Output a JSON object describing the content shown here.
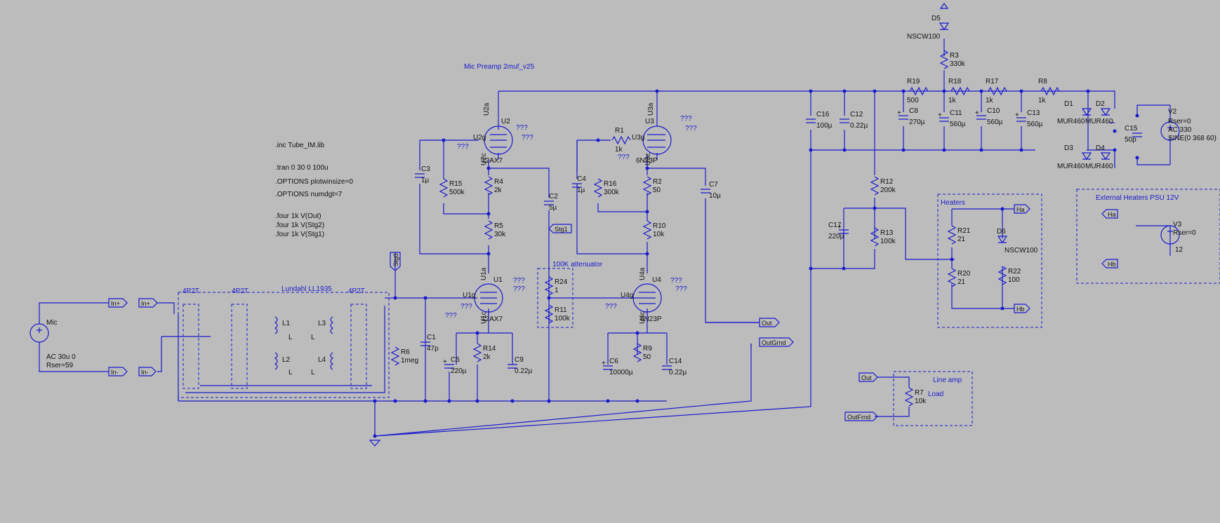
{
  "title": "Mic Preamp 2muf_v25",
  "directives": [
    ".inc Tube_IM.lib",
    ".tran 0 30 0 100u",
    ".OPTIONS plotwinsize=0",
    ".OPTIONS numdgt=7",
    ".four 1k V(Out)",
    ".four 1k V(Stg2)",
    ".four 1k V(Stg1)"
  ],
  "groups": {
    "attenuator": "100K attenuator",
    "heaters": "Heaters",
    "ext_heaters": "External Heaters PSU 12V",
    "line_amp": "Line amp",
    "load": "Load",
    "transformer": "Lundahl LL1935",
    "switch1": "4P2T",
    "switch2": "4P2T",
    "switch3": "4P2T"
  },
  "source_mic": {
    "name": "Mic",
    "value": "AC 30u 0",
    "rser": "Rser=59"
  },
  "v2": {
    "name": "V2",
    "rser": "Rser=0",
    "ac": "AC 330",
    "sine": "SINE(0 368 60)"
  },
  "v3": {
    "name": "V3",
    "rser": "Rser=0",
    "value": "12"
  },
  "unknown": "???",
  "flags": {
    "in_plus": "In+",
    "in_minus": "In-",
    "stg0": "Stg0",
    "stg1": "Stg1",
    "out": "Out",
    "outgrnd": "OutGrnd",
    "ha": "Ha",
    "hb": "Hb",
    "outfrnd": "OutFrnd"
  },
  "tubes": [
    {
      "name": "U2",
      "model": "12AX7",
      "g": "U2g",
      "a": "U2a",
      "c": "U2c"
    },
    {
      "name": "U3",
      "model": "6N23P",
      "g": "U3g",
      "a": "U3a",
      "c": "U3c"
    },
    {
      "name": "U1",
      "model": "12AX7",
      "g": "U1g",
      "a": "U1a",
      "c": "U1c"
    },
    {
      "name": "U4",
      "model": "6N23P",
      "g": "U4g",
      "a": "U4a",
      "c": "U4c"
    }
  ],
  "resistors": [
    {
      "name": "R19",
      "value": "500"
    },
    {
      "name": "R18",
      "value": "1k"
    },
    {
      "name": "R17",
      "value": "1k"
    },
    {
      "name": "R8",
      "value": "1k"
    },
    {
      "name": "R3",
      "value": "330k"
    },
    {
      "name": "R1",
      "value": "1k"
    },
    {
      "name": "R15",
      "value": "500k"
    },
    {
      "name": "R4",
      "value": "2k"
    },
    {
      "name": "R5",
      "value": "30k"
    },
    {
      "name": "R16",
      "value": "300k"
    },
    {
      "name": "R2",
      "value": "50"
    },
    {
      "name": "R10",
      "value": "10k"
    },
    {
      "name": "R12",
      "value": "200k"
    },
    {
      "name": "R13",
      "value": "100k"
    },
    {
      "name": "R24",
      "value": "1"
    },
    {
      "name": "R11",
      "value": "100k"
    },
    {
      "name": "R6",
      "value": "1meg"
    },
    {
      "name": "R14",
      "value": "2k"
    },
    {
      "name": "R9",
      "value": "50"
    },
    {
      "name": "R21",
      "value": "21"
    },
    {
      "name": "R20",
      "value": "21"
    },
    {
      "name": "R22",
      "value": "100"
    },
    {
      "name": "R7",
      "value": "10k"
    }
  ],
  "capacitors": [
    {
      "name": "C16",
      "value": "100µ"
    },
    {
      "name": "C12",
      "value": "0.22µ"
    },
    {
      "name": "C8",
      "value": "270µ"
    },
    {
      "name": "C11",
      "value": "560µ"
    },
    {
      "name": "C10",
      "value": "560µ"
    },
    {
      "name": "C13",
      "value": "560µ"
    },
    {
      "name": "C15",
      "value": "50p"
    },
    {
      "name": "C3",
      "value": "1µ"
    },
    {
      "name": "C2",
      "value": "5µ"
    },
    {
      "name": "C4",
      "value": "1µ"
    },
    {
      "name": "C7",
      "value": "10µ"
    },
    {
      "name": "C17",
      "value": "220µ"
    },
    {
      "name": "C1",
      "value": "47p"
    },
    {
      "name": "C5",
      "value": "220µ"
    },
    {
      "name": "C9",
      "value": "0.22µ"
    },
    {
      "name": "C6",
      "value": "10000µ"
    },
    {
      "name": "C14",
      "value": "0.22µ"
    }
  ],
  "diodes": [
    {
      "name": "D5",
      "model": "NSCW100"
    },
    {
      "name": "D6",
      "model": "NSCW100"
    },
    {
      "name": "D1",
      "model": "MUR460"
    },
    {
      "name": "D2",
      "model": "MUR460"
    },
    {
      "name": "D3",
      "model": "MUR460"
    },
    {
      "name": "D4",
      "model": "MUR460"
    }
  ],
  "inductors": [
    {
      "name": "L1",
      "value": "L"
    },
    {
      "name": "L2",
      "value": "L"
    },
    {
      "name": "L3",
      "value": "L"
    },
    {
      "name": "L4",
      "value": "L"
    }
  ]
}
